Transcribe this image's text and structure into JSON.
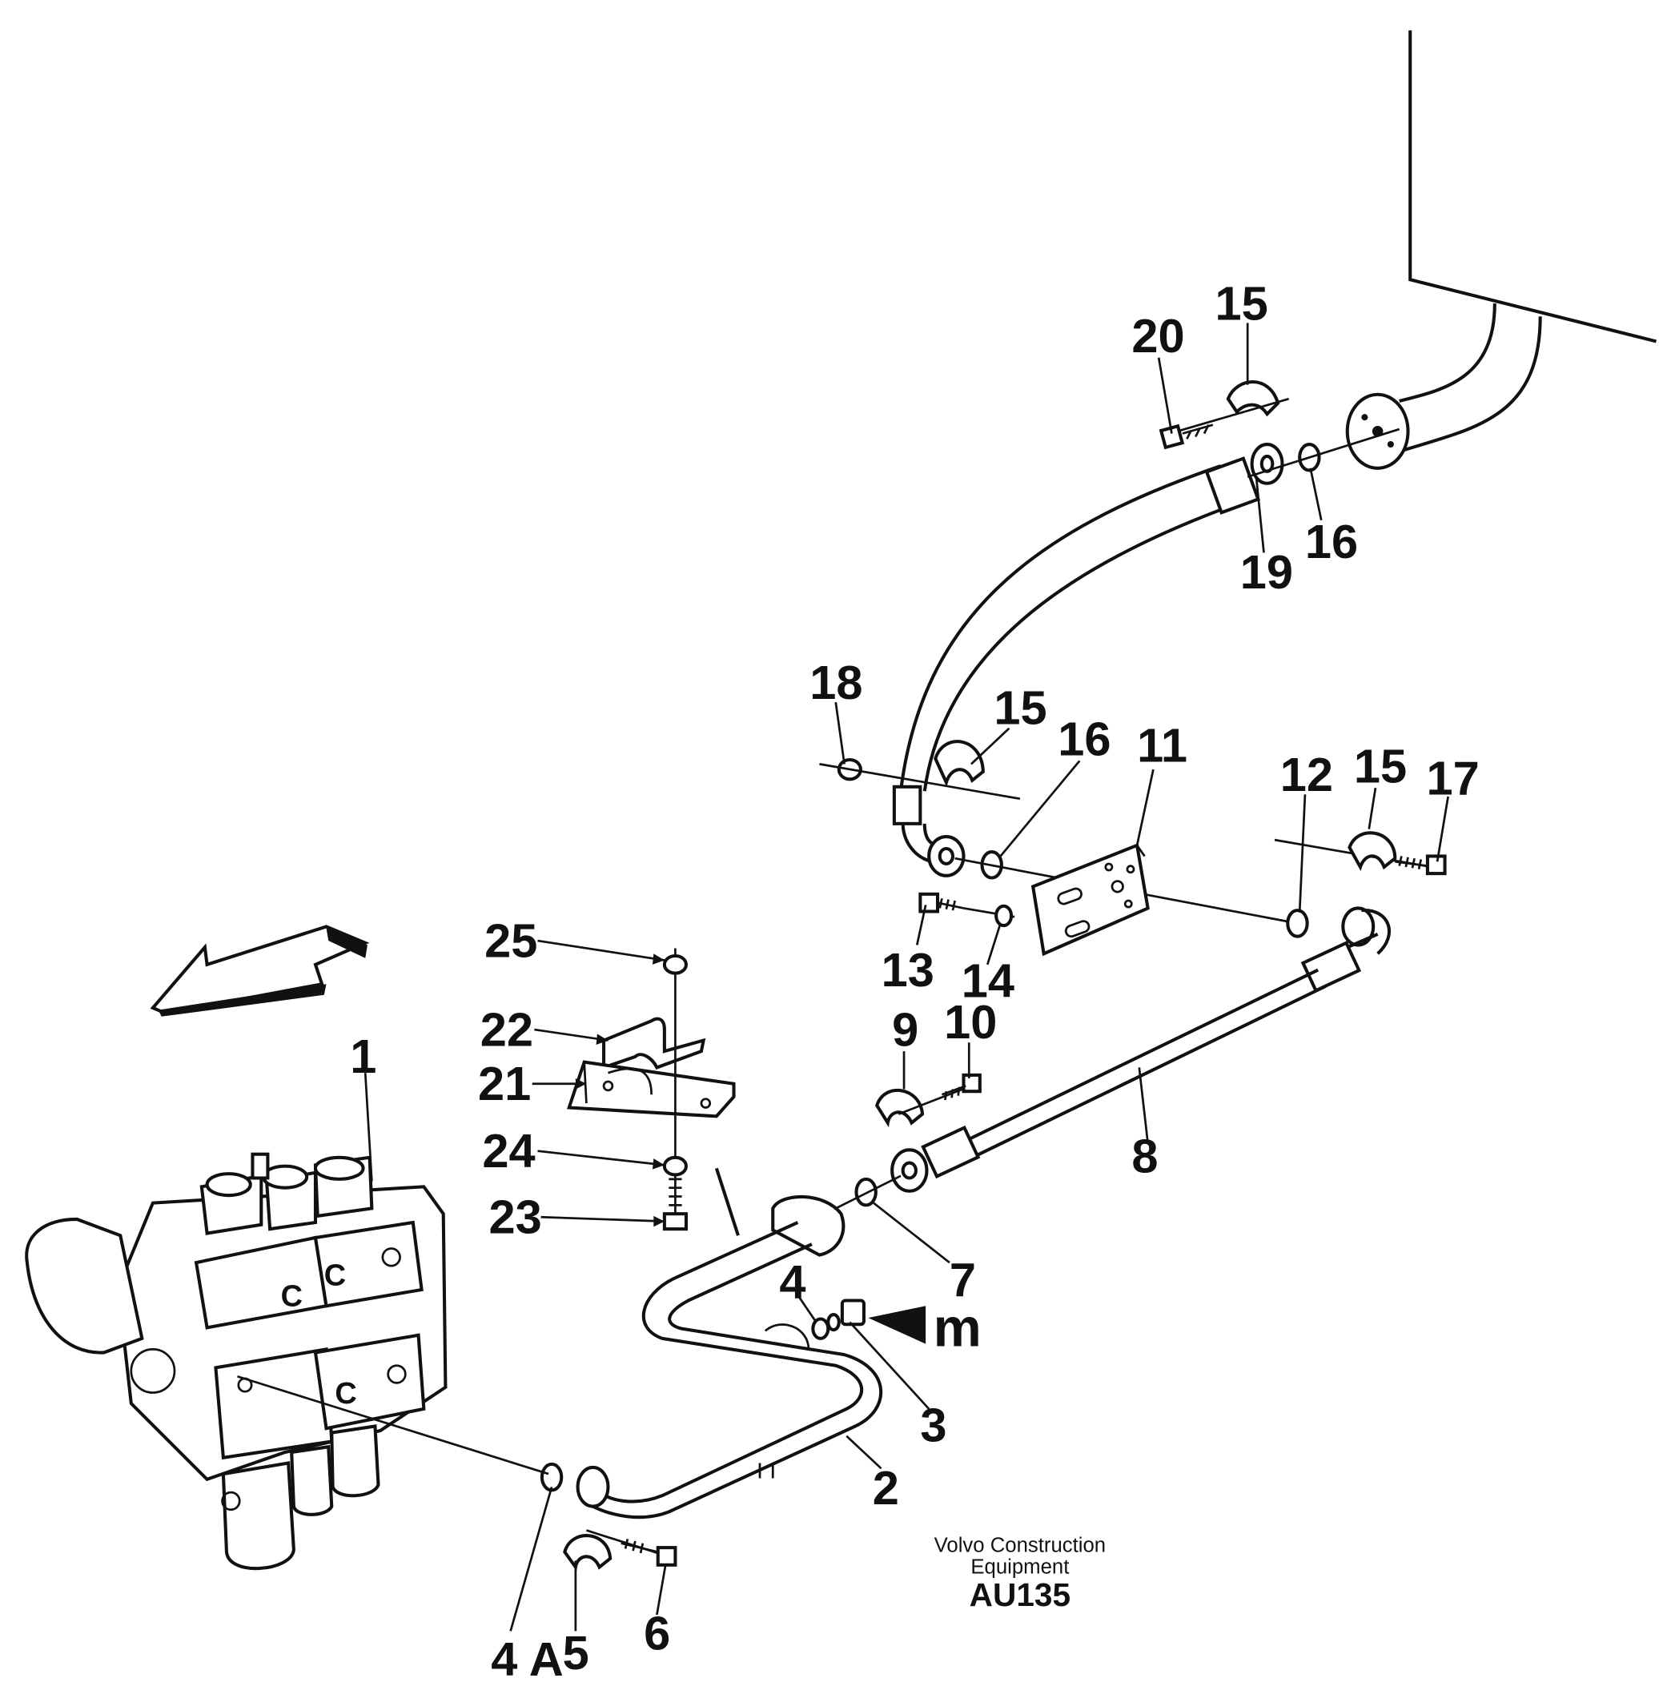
{
  "callouts": {
    "c1": "1",
    "c2": "2",
    "c3": "3",
    "c4": "4",
    "c4a": "4 A",
    "c5": "5",
    "c6": "6",
    "c7": "7",
    "c8": "8",
    "c9": "9",
    "c10": "10",
    "c11": "11",
    "c12": "12",
    "c13": "13",
    "c14": "14",
    "c15a": "15",
    "c15b": "15",
    "c15c": "15",
    "c16a": "16",
    "c16b": "16",
    "c17": "17",
    "c18": "18",
    "c19": "19",
    "c20": "20",
    "c21": "21",
    "c22": "22",
    "c23": "23",
    "c24": "24",
    "c25": "25",
    "cm": "m"
  },
  "credit": {
    "line1": "Volvo Construction",
    "line2": "Equipment",
    "code": "AU135"
  }
}
